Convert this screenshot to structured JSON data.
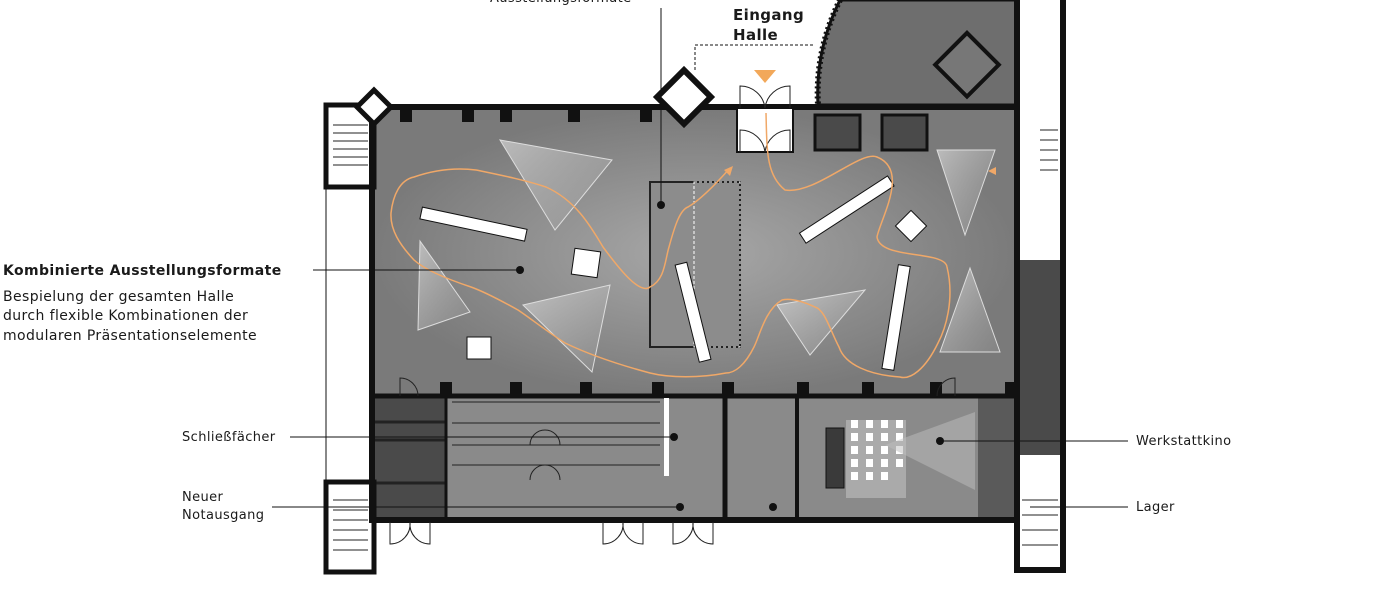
{
  "labels": {
    "top_cut": "Ausstellungsformate",
    "entrance_line1": "Eingang",
    "entrance_line2": "Halle",
    "combined_title": "Kombinierte Ausstellungsformate",
    "combined_desc": [
      "Bespielung der gesamten Halle",
      "durch flexible Kombinationen der",
      "modularen Präsentationselemente"
    ],
    "lockers": "Schließfächer",
    "emergency_exit_line1": "Neuer",
    "emergency_exit_line2": "Notausgang",
    "cinema": "Werkstattkino",
    "storage": "Lager"
  },
  "colors": {
    "wall": "#111111",
    "floor": "#7d7d7d",
    "room_dark": "#4a4a4a",
    "path": "#f0a868",
    "panel": "#ffffff"
  }
}
